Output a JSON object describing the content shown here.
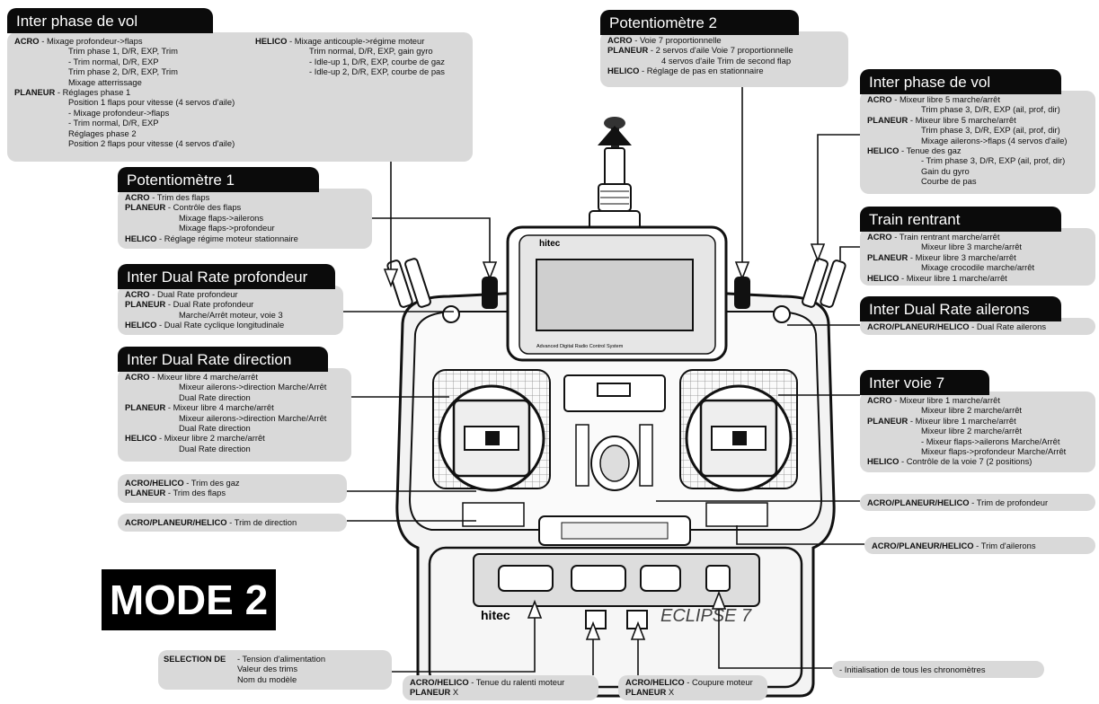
{
  "mode_label": "MODE 2",
  "brand": "hitec",
  "model": "ECLIPSE 7",
  "screen_caption": "Advanced Digital Radio Control System",
  "callouts": {
    "phase_left": {
      "title": "Inter phase de vol",
      "lines": [
        {
          "h": "ACRO",
          "t": " - Mixage profondeur->flaps"
        },
        {
          "t": "Trim phase 1, D/R, EXP, Trim"
        },
        {
          "t": "- Trim normal, D/R, EXP"
        },
        {
          "t": "Trim phase 2, D/R, EXP, Trim"
        },
        {
          "t": "Mixage atterrissage"
        },
        {
          "h": "PLANEUR",
          "t": " - Réglages phase 1"
        },
        {
          "t": "Position 1 flaps pour vitesse (4 servos d'aile)"
        },
        {
          "t": "- Mixage profondeur->flaps"
        },
        {
          "t": "- Trim normal, D/R, EXP"
        },
        {
          "t": "Réglages phase 2"
        },
        {
          "t": "Position 2 flaps pour vitesse (4 servos d'aile)"
        }
      ],
      "helico": [
        {
          "h": "HELICO",
          "t": " - Mixage anticouple->régime moteur"
        },
        {
          "t": "Trim normal, D/R, EXP, gain gyro"
        },
        {
          "t": "- Idle-up 1, D/R, EXP, courbe de gaz"
        },
        {
          "t": "- Idle-up 2, D/R, EXP, courbe de pas"
        }
      ]
    },
    "pot1": {
      "title": "Potentiomètre 1",
      "lines": [
        {
          "h": "ACRO",
          "t": " - Trim des flaps"
        },
        {
          "h": "PLANEUR",
          "t": " - Contrôle des flaps"
        },
        {
          "t": "Mixage flaps->ailerons"
        },
        {
          "t": "Mixage flaps->profondeur"
        },
        {
          "h": "HELICO",
          "t": " - Réglage régime moteur stationnaire"
        }
      ]
    },
    "dr_prof": {
      "title": "Inter Dual Rate profondeur",
      "lines": [
        {
          "h": "ACRO",
          "t": " - Dual Rate profondeur"
        },
        {
          "h": "PLANEUR",
          "t": " - Dual Rate profondeur"
        },
        {
          "t": "Marche/Arrêt moteur, voie 3"
        },
        {
          "h": "HELICO",
          "t": " - Dual Rate cyclique longitudinale"
        }
      ]
    },
    "dr_dir": {
      "title": "Inter Dual Rate direction",
      "lines": [
        {
          "h": "ACRO",
          "t": " - Mixeur libre 4 marche/arrêt"
        },
        {
          "t": "Mixeur ailerons->direction Marche/Arrêt"
        },
        {
          "t": "Dual Rate direction"
        },
        {
          "h": "PLANEUR",
          "t": " - Mixeur libre 4 marche/arrêt"
        },
        {
          "t": "Mixeur ailerons->direction Marche/Arrêt"
        },
        {
          "t": "Dual Rate direction"
        },
        {
          "h": "HELICO",
          "t": " - Mixeur libre 2 marche/arrêt"
        },
        {
          "t": "Dual Rate direction"
        }
      ]
    },
    "trim_gaz": {
      "lines": [
        {
          "h": "ACRO/HELICO",
          "t": " - Trim des gaz"
        },
        {
          "h": "PLANEUR",
          "t": " - Trim des flaps"
        }
      ]
    },
    "trim_dir": {
      "lines": [
        {
          "h": "ACRO/PLANEUR/HELICO",
          "t": " - Trim de direction"
        }
      ]
    },
    "pot2": {
      "title": "Potentiomètre 2",
      "lines": [
        {
          "h": "ACRO",
          "t": " - Voie 7 proportionnelle"
        },
        {
          "h": "PLANEUR",
          "t": " - 2 servos d'aile Voie 7 proportionnelle"
        },
        {
          "t": "4 servos d'aile Trim de second flap"
        },
        {
          "h": "HELICO",
          "t": " - Réglage de pas en stationnaire"
        }
      ]
    },
    "phase_right": {
      "title": "Inter phase de vol",
      "lines": [
        {
          "h": "ACRO",
          "t": " - Mixeur libre 5 marche/arrêt"
        },
        {
          "t": "Trim phase 3, D/R, EXP (ail, prof, dir)"
        },
        {
          "h": "PLANEUR",
          "t": " - Mixeur libre 5 marche/arrêt"
        },
        {
          "t": "Trim phase 3, D/R, EXP (ail, prof, dir)"
        },
        {
          "t": "Mixage ailerons->flaps (4 servos d'aile)"
        },
        {
          "h": "HELICO",
          "t": " - Tenue des gaz"
        },
        {
          "t": "- Trim phase 3, D/R, EXP (ail, prof, dir)"
        },
        {
          "t": "Gain du gyro"
        },
        {
          "t": "Courbe de pas"
        }
      ]
    },
    "train": {
      "title": "Train rentrant",
      "lines": [
        {
          "h": "ACRO",
          "t": " - Train rentrant marche/arrêt"
        },
        {
          "t": "Mixeur libre 3 marche/arrêt"
        },
        {
          "h": "PLANEUR",
          "t": " - Mixeur libre 3 marche/arrêt"
        },
        {
          "t": "Mixage crocodile marche/arrêt"
        },
        {
          "h": "HELICO",
          "t": " - Mixeur libre 1 marche/arrêt"
        }
      ]
    },
    "dr_ail": {
      "title": "Inter Dual Rate ailerons",
      "lines": [
        {
          "h": "ACRO/PLANEUR/HELICO",
          "t": " - Dual Rate ailerons"
        }
      ]
    },
    "voie7": {
      "title": "Inter voie 7",
      "lines": [
        {
          "h": "ACRO",
          "t": " - Mixeur libre 1 marche/arrêt"
        },
        {
          "t": "Mixeur libre 2 marche/arrêt"
        },
        {
          "h": "PLANEUR",
          "t": " - Mixeur libre 1 marche/arrêt"
        },
        {
          "t": "Mixeur libre 2 marche/arrêt"
        },
        {
          "t": "- Mixeur flaps->ailerons Marche/Arrêt"
        },
        {
          "t": "Mixeur flaps->profondeur Marche/Arrêt"
        },
        {
          "h": "HELICO",
          "t": " - Contrôle de la voie 7 (2 positions)"
        }
      ]
    },
    "trim_prof": {
      "lines": [
        {
          "h": "ACRO/PLANEUR/HELICO",
          "t": " - Trim de profondeur"
        }
      ]
    },
    "trim_ail": {
      "lines": [
        {
          "h": "ACRO/PLANEUR/HELICO",
          "t": " - Trim d'ailerons"
        }
      ]
    },
    "selection": {
      "h": "SELECTION DE",
      "lines": [
        "- Tension d'alimentation",
        "Valeur des trims",
        "Nom du modèle"
      ]
    },
    "ralenti": {
      "l1h": "ACRO/HELICO",
      "l1t": " - Tenue du ralenti moteur",
      "l2h": "PLANEUR",
      "l2t": " X"
    },
    "coupure": {
      "l1h": "ACRO/HELICO",
      "l1t": " - Coupure moteur",
      "l2h": "PLANEUR",
      "l2t": " X"
    },
    "chrono": {
      "t": "- Initialisation de tous les chronomètres"
    }
  }
}
